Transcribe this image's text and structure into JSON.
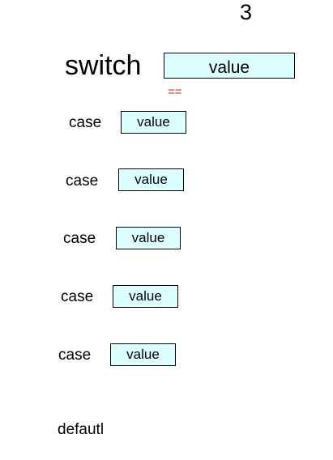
{
  "page_number": "3",
  "switch": {
    "keyword": "switch",
    "value": "value",
    "comparison": "=="
  },
  "cases": [
    {
      "keyword": "case",
      "value": "value"
    },
    {
      "keyword": "case",
      "value": "value"
    },
    {
      "keyword": "case",
      "value": "value"
    },
    {
      "keyword": "case",
      "value": "value"
    },
    {
      "keyword": "case",
      "value": "value"
    }
  ],
  "default_label": "defautl",
  "colors": {
    "box_fill": "#dcffff",
    "box_border": "#000000",
    "comparison": "#c0392b"
  }
}
